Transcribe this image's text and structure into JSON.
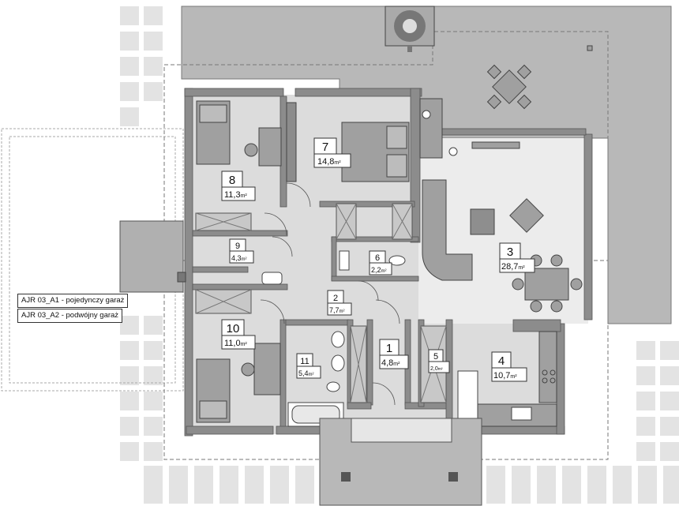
{
  "legend": [
    {
      "code": "AJR 03_A1",
      "text": "- pojedynczy garaż"
    },
    {
      "code": "AJR 03_A2",
      "text": "- podwójny garaż"
    }
  ],
  "rooms": [
    {
      "num": "1",
      "area": "4,8",
      "unit": "m²"
    },
    {
      "num": "2",
      "area": "7,7",
      "unit": "m²"
    },
    {
      "num": "3",
      "area": "28,7",
      "unit": "m²"
    },
    {
      "num": "4",
      "area": "10,7",
      "unit": "m²"
    },
    {
      "num": "5",
      "area": "2,0",
      "unit": "m²"
    },
    {
      "num": "6",
      "area": "2,2",
      "unit": "m²"
    },
    {
      "num": "7",
      "area": "14,8",
      "unit": "m²"
    },
    {
      "num": "8",
      "area": "11,3",
      "unit": "m²"
    },
    {
      "num": "9",
      "area": "4,3",
      "unit": "m²"
    },
    {
      "num": "10",
      "area": "11,0",
      "unit": "m²"
    },
    {
      "num": "11",
      "area": "5,4",
      "unit": "m²"
    }
  ],
  "colors": {
    "wall": "#8c8c8c",
    "wall_dark": "#6e6e6e",
    "floor": "#dcdcdc",
    "floor_light": "#eeeeee",
    "terrace": "#b9b9b9",
    "paving": "#e2e2e2",
    "furniture": "#9a9a9a"
  }
}
